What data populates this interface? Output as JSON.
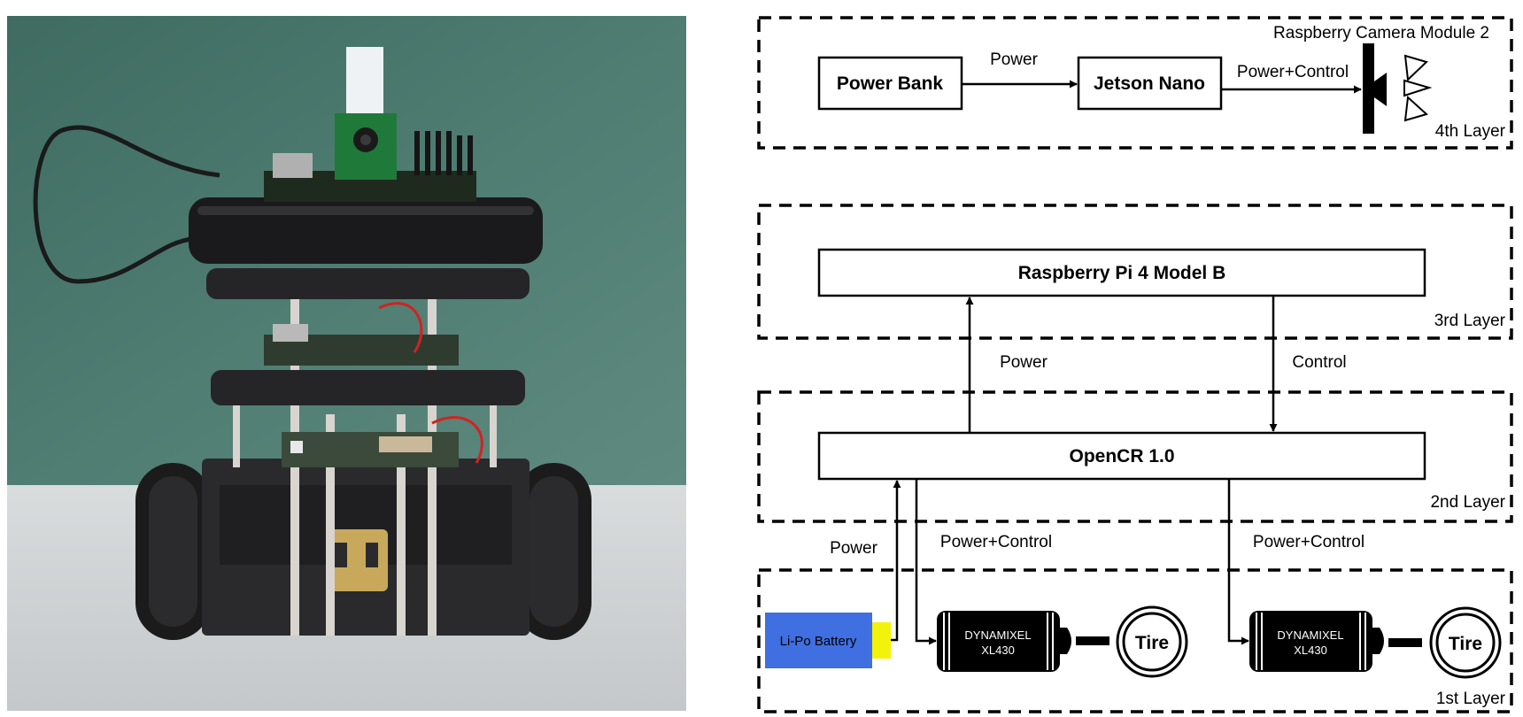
{
  "diagram": {
    "layers": {
      "layer4": "4th Layer",
      "layer3": "3rd Layer",
      "layer2": "2nd Layer",
      "layer1": "1st Layer"
    },
    "blocks": {
      "power_bank": "Power Bank",
      "jetson_nano": "Jetson Nano",
      "camera": "Raspberry Camera Module 2",
      "raspberry_pi": "Raspberry Pi 4  Model B",
      "opencr": "OpenCR 1.0",
      "battery": "Li-Po Battery",
      "motor_left_line1": "DYNAMIXEL",
      "motor_left_line2": "XL430",
      "motor_right_line1": "DYNAMIXEL",
      "motor_right_line2": "XL430",
      "tire_left": "Tire",
      "tire_right": "Tire"
    },
    "edges": {
      "bank_to_jetson": "Power",
      "jetson_to_camera": "Power+Control",
      "opencr_to_pi": "Power",
      "pi_to_opencr": "Control",
      "battery_to_opencr": "Power",
      "opencr_to_motor_left": "Power+Control",
      "opencr_to_motor_right": "Power+Control"
    },
    "colors": {
      "battery_fill": "#3f6fe0",
      "battery_terminal": "#f2f20a",
      "line": "#000000"
    }
  }
}
